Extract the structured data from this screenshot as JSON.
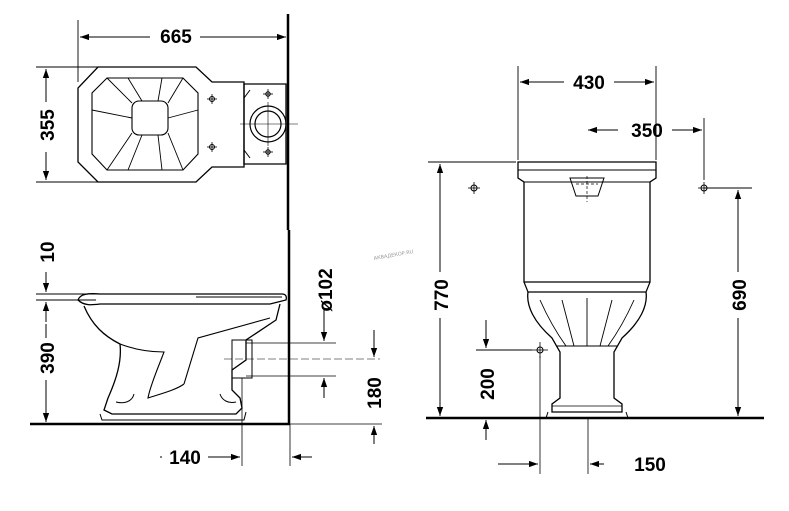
{
  "top_view": {
    "width_label": "665",
    "depth_label": "355"
  },
  "side_view": {
    "seat_gap_label": "10",
    "rim_height_label": "390",
    "outlet_diameter_label": "ø102",
    "outlet_height_label": "180",
    "outlet_offset_label": "140"
  },
  "front_view": {
    "tank_width_label": "430",
    "hole_spacing_label": "350",
    "total_height_label": "770",
    "hole_height_label": "690",
    "inlet_height_label": "200",
    "inlet_offset_label": "150"
  },
  "watermark": "АКВАДЕКОР.RU"
}
